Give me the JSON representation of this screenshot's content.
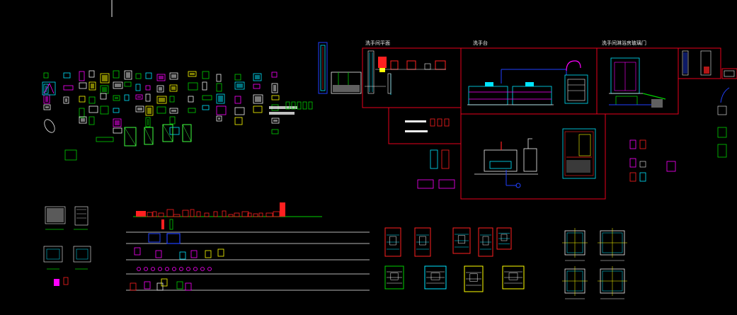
{
  "drawing": {
    "background": "#000000",
    "frame_color": "#e8001c",
    "labels": {
      "sheet_a": "洗手间平面",
      "sheet_b": "洗手台",
      "sheet_c": "洗手间淋浴房玻璃门"
    }
  },
  "colors": {
    "cyan": "#00e5ff",
    "green": "#00d000",
    "bright_green": "#40ff40",
    "yellow": "#ffff00",
    "magenta": "#ff00ff",
    "red": "#ff2020",
    "blue": "#2040ff",
    "white": "#f0f0f0",
    "orange": "#ff8000"
  }
}
